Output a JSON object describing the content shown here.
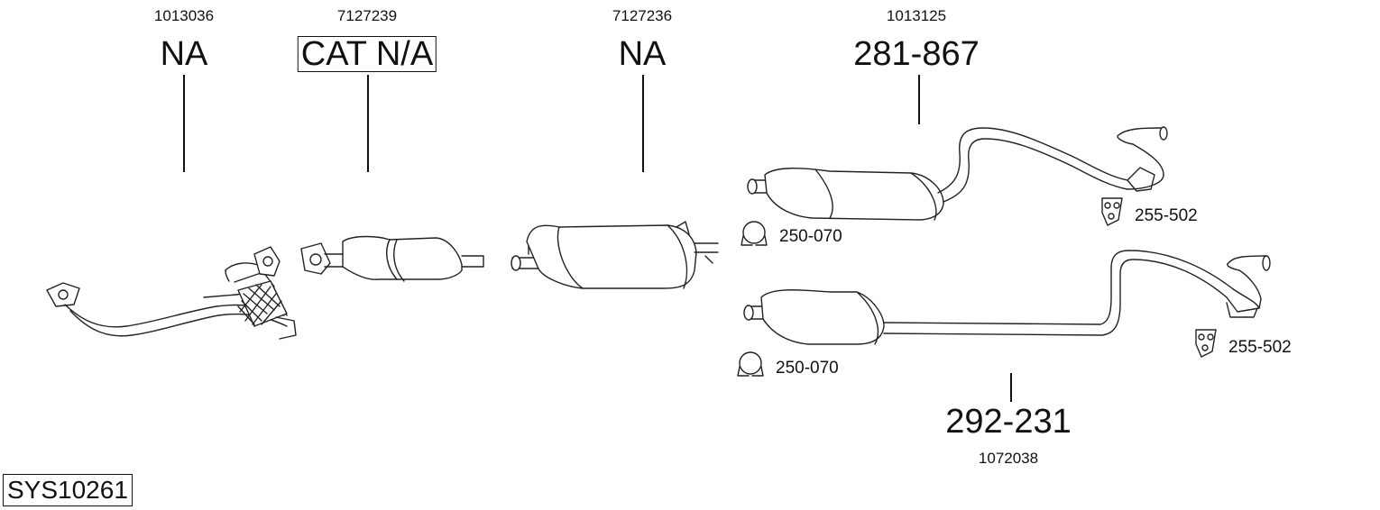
{
  "parts": [
    {
      "id": "p1",
      "code": "1013036",
      "ref": "NA"
    },
    {
      "id": "p2",
      "code": "7127239",
      "ref": "CAT N/A"
    },
    {
      "id": "p3",
      "code": "7127236",
      "ref": "NA"
    },
    {
      "id": "p4",
      "code": "1013125",
      "ref": "281-867"
    },
    {
      "id": "p5",
      "code": "1072038",
      "ref": "292-231"
    }
  ],
  "accessories": {
    "clamp_1": "250-070",
    "hanger_1": "255-502",
    "clamp_2": "250-070",
    "hanger_2": "255-502"
  },
  "system_id": "SYS10261"
}
